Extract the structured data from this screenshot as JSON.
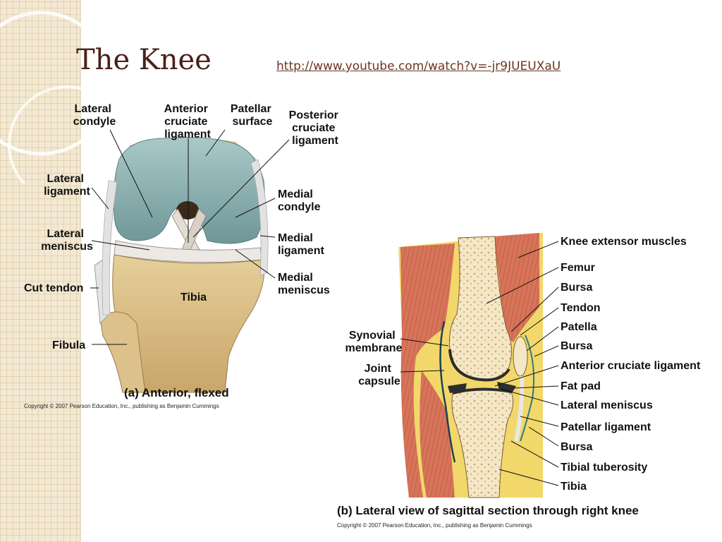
{
  "slide": {
    "title": "The Knee",
    "link_text": "http://www.youtube.com/watch?v=-jr9JUEUXaU"
  },
  "figure_a": {
    "labels": {
      "lateral_condyle": [
        "Lateral",
        "condyle"
      ],
      "anterior_cruciate_ligament": [
        "Anterior",
        "cruciate",
        "ligament"
      ],
      "patellar_surface": [
        "Patellar",
        "surface"
      ],
      "posterior_cruciate_ligament": [
        "Posterior",
        "cruciate",
        "ligament"
      ],
      "lateral_ligament": [
        "Lateral",
        "ligament"
      ],
      "medial_condyle": [
        "Medial",
        "condyle"
      ],
      "lateral_meniscus": [
        "Lateral",
        "meniscus"
      ],
      "medial_ligament": [
        "Medial",
        "ligament"
      ],
      "cut_tendon": "Cut tendon",
      "medial_meniscus": [
        "Medial",
        "meniscus"
      ],
      "tibia": "Tibia",
      "fibula": "Fibula"
    },
    "caption": "(a) Anterior, flexed",
    "copyright": "Copyright © 2007 Pearson Education, Inc., publishing as Benjamin Cummings"
  },
  "figure_b": {
    "left_labels": {
      "synovial_membrane": [
        "Synovial",
        "membrane"
      ],
      "joint_capsule": [
        "Joint",
        "capsule"
      ]
    },
    "right_labels": [
      "Knee extensor muscles",
      "Femur",
      "Bursa",
      "Tendon",
      "Patella",
      "Bursa",
      "Anterior cruciate ligament",
      "Fat pad",
      "Lateral meniscus",
      "Patellar ligament",
      "Bursa",
      "Tibial tuberosity",
      "Tibia"
    ],
    "caption": "(b) Lateral view of sagittal section through right knee",
    "copyright": "Copyright © 2007 Pearson Education, Inc., publishing as Benjamin Cummings"
  },
  "colors": {
    "title": "#4a2117",
    "link": "#6b3521",
    "cartilage": "#8fb3b4",
    "bone": "#dcc28a",
    "muscle": "#d7745a",
    "fat": "#f2d86a",
    "background_band": "#f3e9d3"
  }
}
